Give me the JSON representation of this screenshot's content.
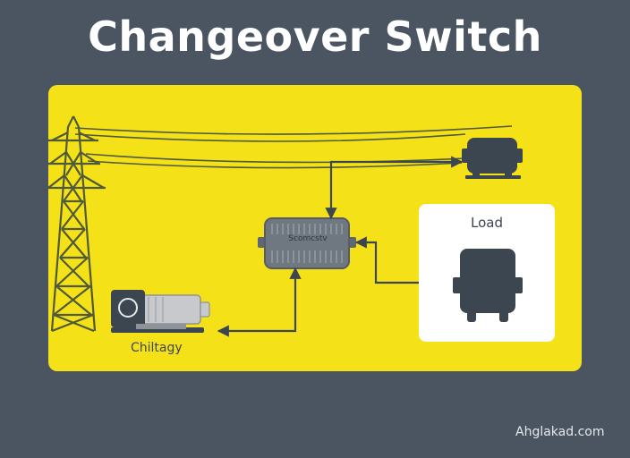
{
  "title": "Changeover Switch",
  "load_label": "Load",
  "generator_label": "Chiltagy",
  "switch_label": "Scomcstv",
  "watermark": "Ahglakad.com",
  "colors": {
    "background": "#4a5561",
    "panel": "#f5e118",
    "wire": "#3c4650",
    "device": "#6f7781"
  },
  "icons": {
    "grid": "transmission-tower-icon",
    "top_device": "motor-icon",
    "switch": "changeover-switch-icon",
    "generator": "generator-icon",
    "load": "appliance-icon"
  }
}
